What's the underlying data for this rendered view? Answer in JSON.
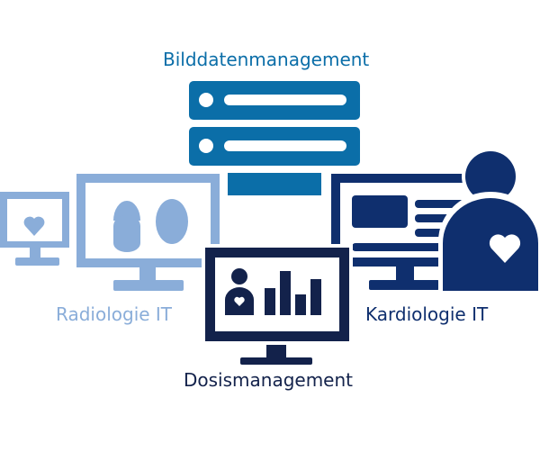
{
  "labels": {
    "image_data_management": "Bilddatenmanagement",
    "radiology_it": "Radiologie IT",
    "cardiology_it": "Kardiologie IT",
    "dose_management": "Dosismanagement"
  },
  "colors": {
    "server_blue": "#0b6ea8",
    "radiology_light_blue": "#8aadd9",
    "cardiology_navy": "#0f2f6e",
    "dose_dark_navy": "#13224b",
    "white": "#ffffff"
  },
  "icons": [
    "server-icon",
    "small-monitor-heart-icon",
    "radiology-monitor-icon",
    "cardiology-monitor-icon",
    "person-heart-icon",
    "dose-monitor-chart-icon"
  ]
}
